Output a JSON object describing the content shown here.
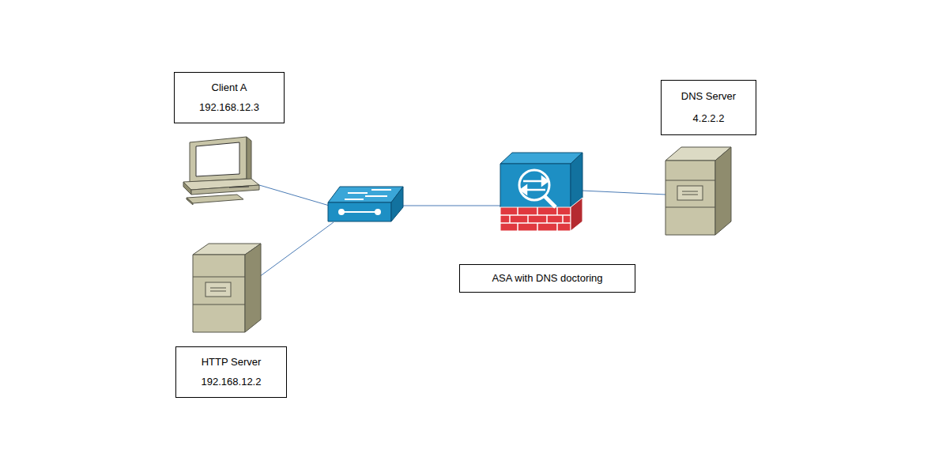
{
  "diagram": {
    "nodes": [
      {
        "text": [
          "Client A",
          "192.168.12.3"
        ]
      },
      {
        "text": [
          "HTTP Server",
          "192.168.12.2"
        ]
      },
      {
        "text": [
          "DNS Server",
          "4.2.2.2"
        ]
      },
      {
        "text": [
          "ASA with DNS doctoring"
        ]
      }
    ]
  }
}
